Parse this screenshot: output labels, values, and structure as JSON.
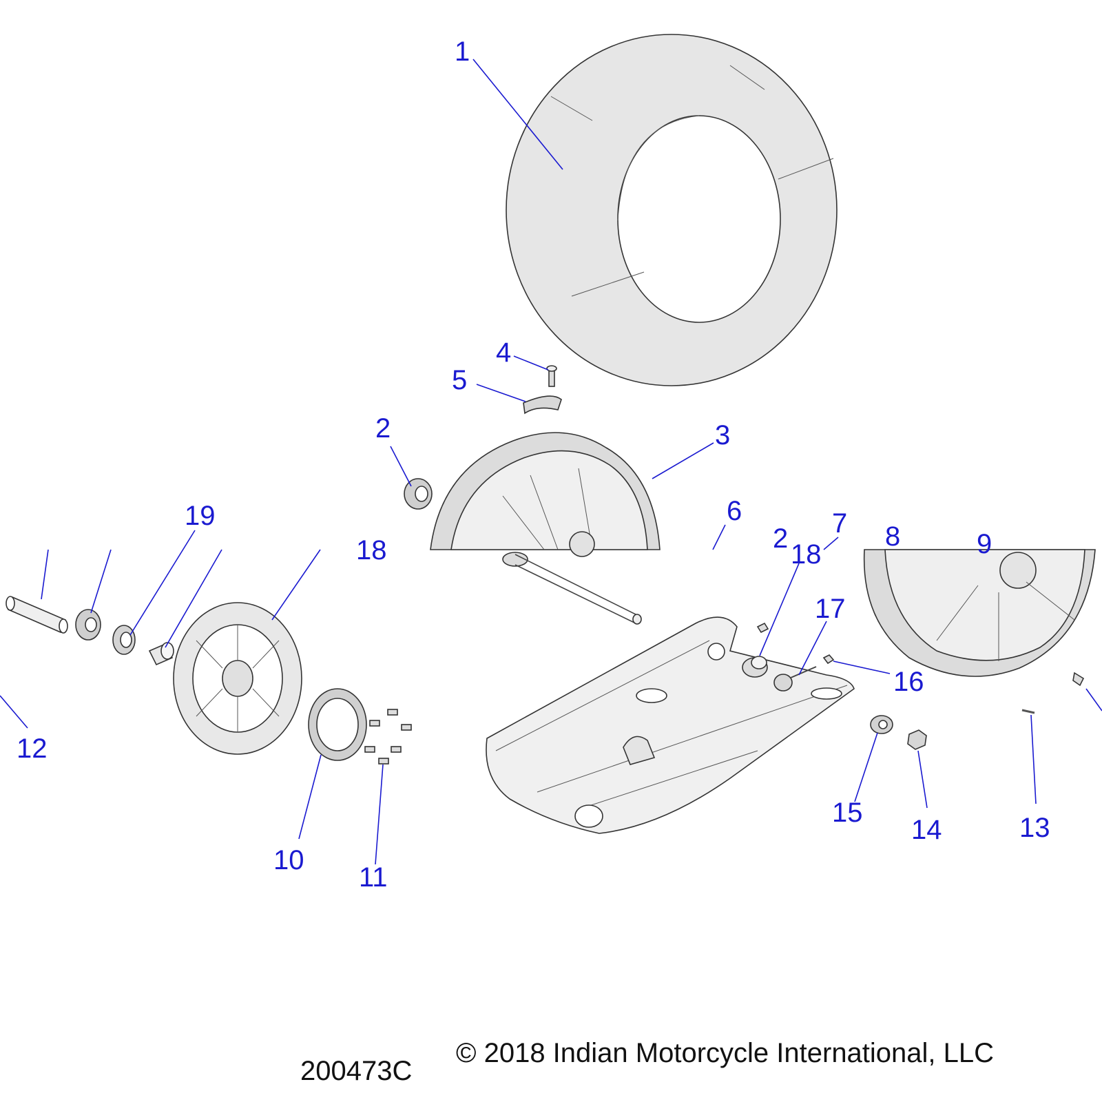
{
  "callouts": [
    {
      "id": "c1",
      "text": "1"
    },
    {
      "id": "c2a",
      "text": "2"
    },
    {
      "id": "c3",
      "text": "3"
    },
    {
      "id": "c4",
      "text": "4"
    },
    {
      "id": "c5",
      "text": "5"
    },
    {
      "id": "c6",
      "text": "6"
    },
    {
      "id": "c2b",
      "text": "2"
    },
    {
      "id": "c7",
      "text": "7"
    },
    {
      "id": "c8",
      "text": "8"
    },
    {
      "id": "c9",
      "text": "9"
    },
    {
      "id": "c19",
      "text": "19"
    },
    {
      "id": "c18a",
      "text": "18"
    },
    {
      "id": "c18b",
      "text": "18"
    },
    {
      "id": "c17",
      "text": "17"
    },
    {
      "id": "c16",
      "text": "16"
    },
    {
      "id": "c12",
      "text": "12"
    },
    {
      "id": "c10",
      "text": "10"
    },
    {
      "id": "c11",
      "text": "11"
    },
    {
      "id": "c15",
      "text": "15"
    },
    {
      "id": "c14",
      "text": "14"
    },
    {
      "id": "c13",
      "text": "13"
    }
  ],
  "footer": {
    "drawing_number": "200473C",
    "copyright": "© 2018 Indian Motorcycle International, LLC"
  }
}
